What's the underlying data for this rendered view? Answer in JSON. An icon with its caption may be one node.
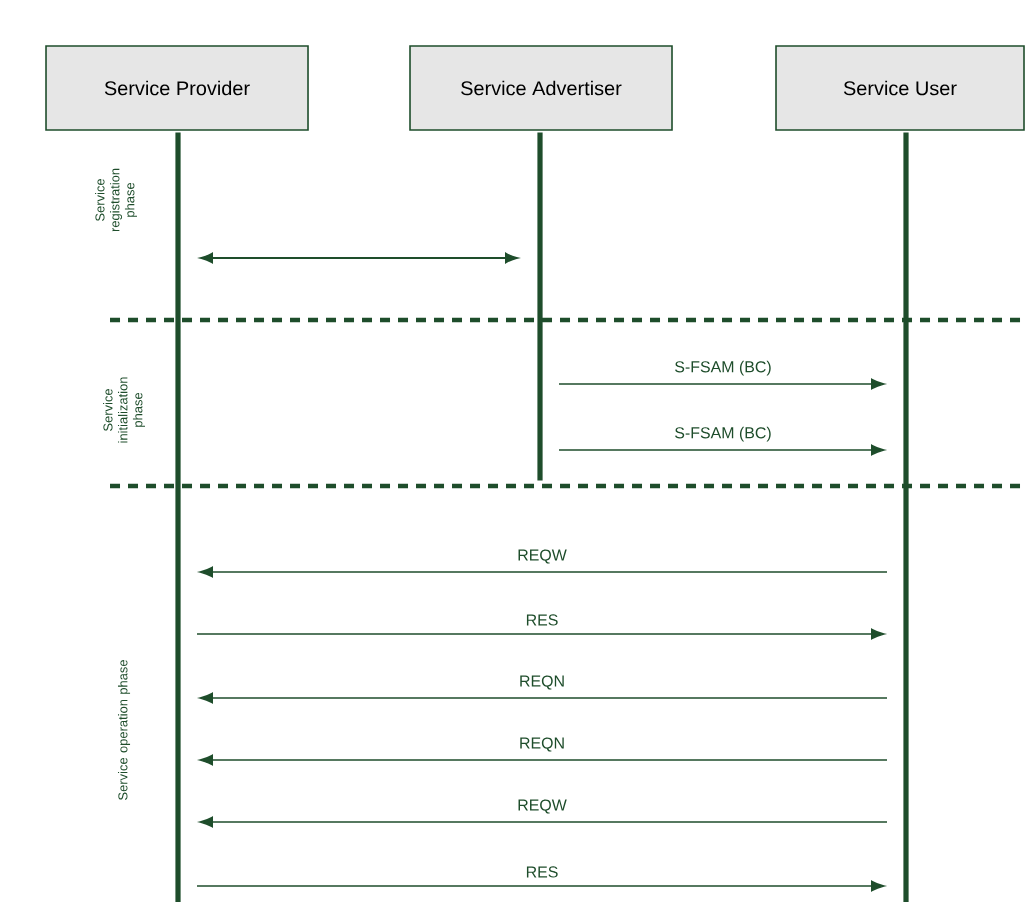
{
  "diagram": {
    "nodes": [
      {
        "text": [
          "Service Provider"
        ]
      },
      {
        "text": [
          "Service Advertiser"
        ]
      },
      {
        "text": [
          "Service User"
        ]
      },
      {
        "text": [],
        "shape": "bar"
      },
      {
        "text": [],
        "shape": "bar"
      },
      {
        "text": [],
        "shape": "bar"
      }
    ],
    "edges": [
      {
        "from": 3,
        "to": 4,
        "arrow": "both"
      },
      {
        "from": 4,
        "to": 5,
        "arrow": "to",
        "label": "S-FSAM (BC)"
      },
      {
        "from": 4,
        "to": 5,
        "arrow": "to",
        "label": "S-FSAM (BC)"
      },
      {
        "from": 5,
        "to": 3,
        "arrow": "to",
        "label": "REQW"
      },
      {
        "from": 3,
        "to": 5,
        "arrow": "to",
        "label": "RES"
      },
      {
        "from": 5,
        "to": 3,
        "arrow": "to",
        "label": "REQN"
      },
      {
        "from": 5,
        "to": 3,
        "arrow": "to",
        "label": "REQN"
      },
      {
        "from": 5,
        "to": 3,
        "arrow": "to",
        "label": "REQW"
      },
      {
        "from": 3,
        "to": 5,
        "arrow": "to",
        "label": "RES"
      }
    ],
    "labels": [
      "Service registration phase",
      "Service initialization phase",
      "Service operation phase"
    ]
  }
}
